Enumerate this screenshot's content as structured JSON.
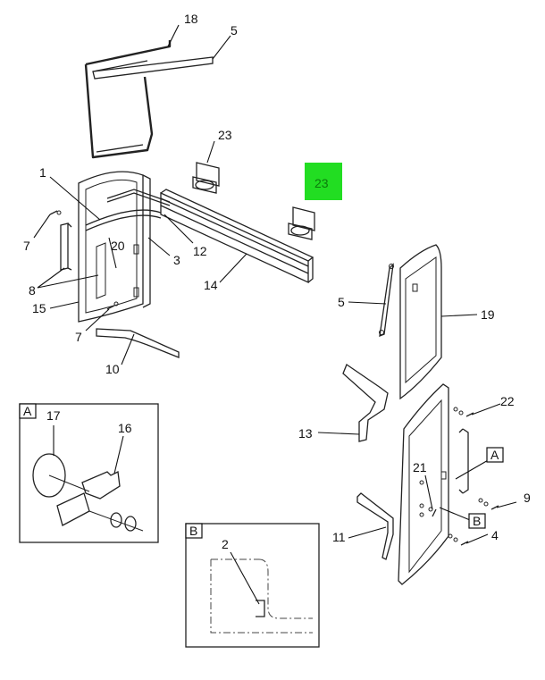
{
  "callouts": {
    "c18": "18",
    "c5a": "5",
    "c23a": "23",
    "c23b": "23",
    "c1": "1",
    "c7a": "7",
    "c20": "20",
    "c12": "12",
    "c3": "3",
    "c8": "8",
    "c15": "15",
    "c7b": "7",
    "c14": "14",
    "c10": "10",
    "c5b": "5",
    "c19": "19",
    "c22": "22",
    "c13": "13",
    "c21": "21",
    "c9": "9",
    "c11": "11",
    "c4": "4",
    "c17": "17",
    "c16": "16",
    "c2": "2"
  },
  "detail_refs": {
    "refA": "A",
    "refB": "B",
    "boxA": "A",
    "boxB": "B"
  },
  "highlight": {
    "label": "23",
    "color": "#22dd22"
  }
}
